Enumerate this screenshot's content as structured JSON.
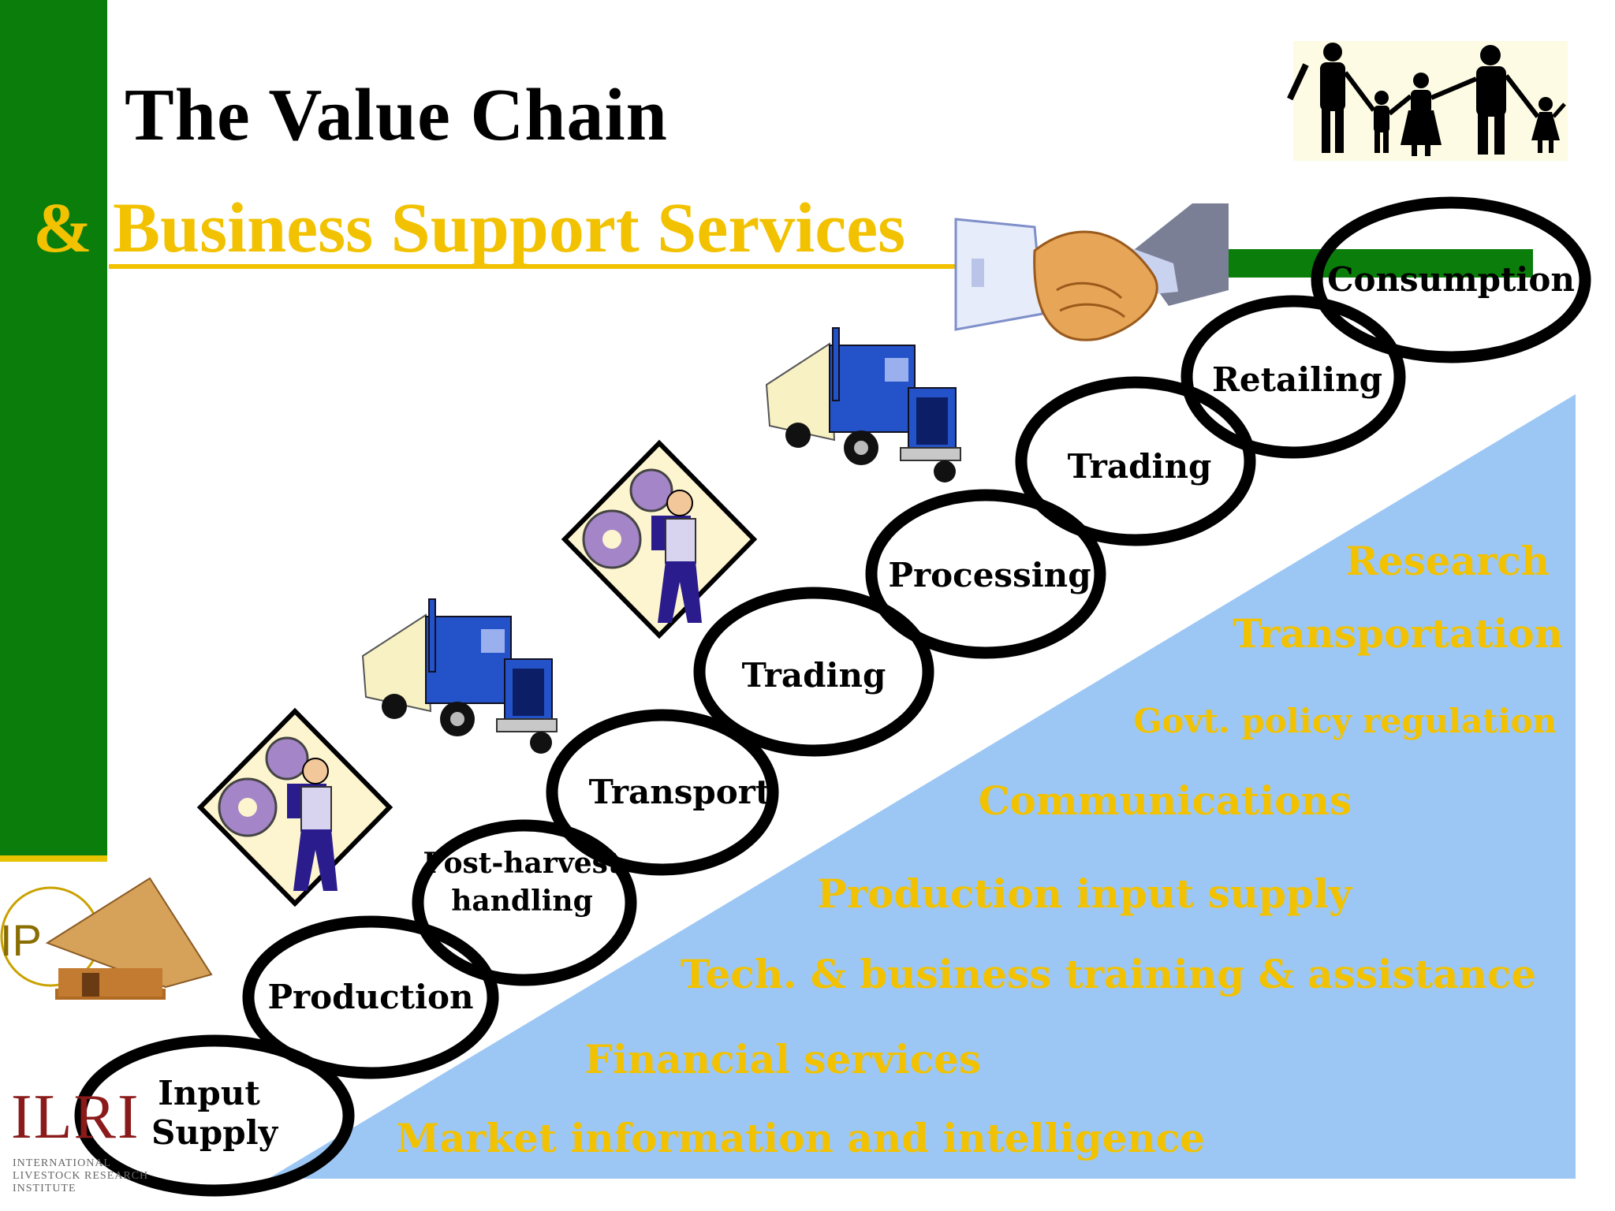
{
  "title": "The Value  Chain",
  "subtitle": {
    "ampersand": "&",
    "text": "Business Support Services"
  },
  "colors": {
    "green": "#0a7d0a",
    "gold": "#f2c200",
    "blue_wedge": "#9cc7f5",
    "ring": "#000000"
  },
  "chain_stages": [
    "Input Supply",
    "Production",
    "Post-harvest handling",
    "Transport",
    "Trading",
    "Processing",
    "Trading",
    "Retailing",
    "Consumption"
  ],
  "support_services": [
    "Research",
    "Transportation",
    "Govt. policy regulation",
    "Communications",
    "Production input supply",
    "Tech. & business training & assistance",
    "Financial services",
    "Market information and intelligence"
  ],
  "logos": {
    "ilri": "ILRI",
    "ilri_sub": [
      "INTERNATIONAL",
      "LIVESTOCK RESEARCH",
      "INSTITUTE"
    ]
  },
  "icons": [
    "family-icon",
    "handshake-icon",
    "truck-icon",
    "worker-gears-icon",
    "hut-icon"
  ]
}
